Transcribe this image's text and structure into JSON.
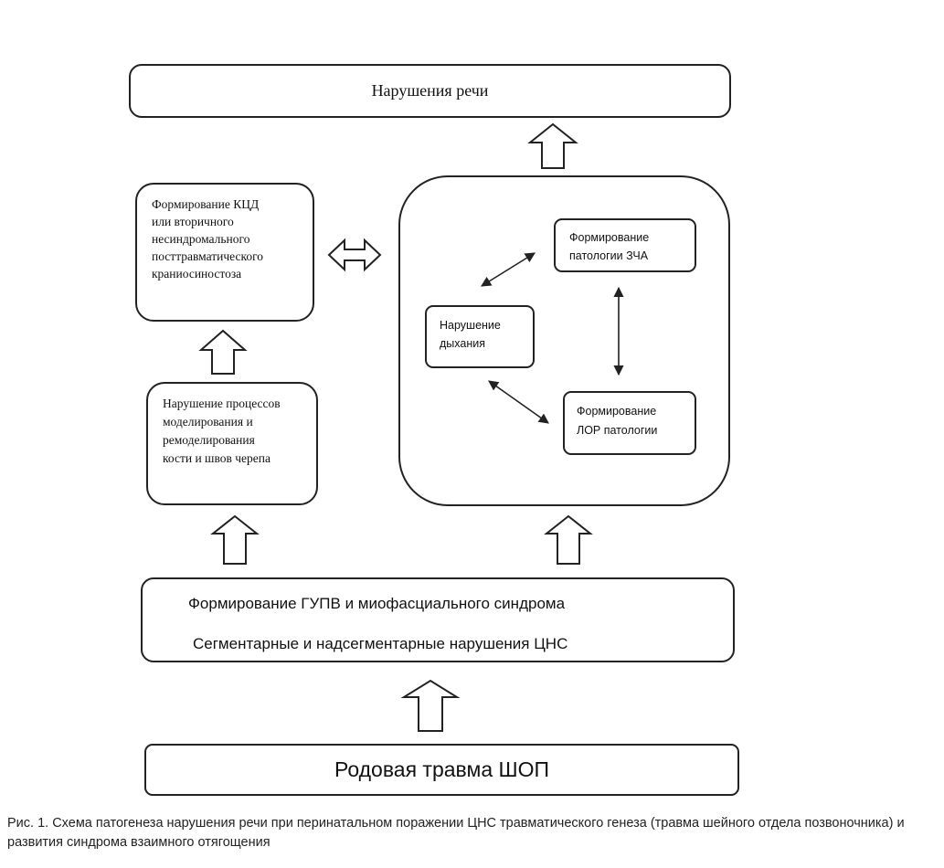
{
  "diagram": {
    "top_box": "Нарушения речи",
    "kcd_box": "Формирование КЦД\nили вторичного\nнесиндромального\nпосттравматического\nкраниосиностоза",
    "bone_box": "Нарушение процессов\nмоделирования  и\nремоделирования\nкости и швов черепа",
    "zca_box": "Формирование\nпатологии ЗЧА",
    "breath_box": "Нарушение\nдыхания",
    "lor_box": "Формирование\nЛОР патологии",
    "gupv_line1": "Формирование ГУПВ и миофасциального синдрома",
    "gupv_line2": "Сегментарные и надсегментарные нарушения ЦНС",
    "trauma_box": "Родовая травма ШОП"
  },
  "caption": "Рис. 1. Схема патогенеза нарушения речи при перинатальном поражении ЦНС травматического генеза (травма шейного отдела позвоночника) и развития синдрома взаимного отягощения"
}
